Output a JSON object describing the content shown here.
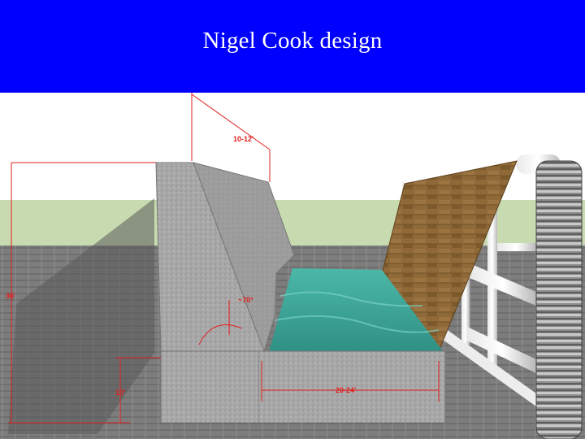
{
  "slide": {
    "title": "Nigel Cook design"
  },
  "diagram": {
    "dimensions": {
      "top_width": "10-12'",
      "height": "36'",
      "slope_angle": "~70°",
      "base_height": "10'",
      "trough_width": "20-24'"
    }
  },
  "colors": {
    "title_bar": "#0000ff",
    "title_text": "#ffffff",
    "dimension_lines": "#e21e1e",
    "water": "#3aa89a",
    "wood": "#8b6433",
    "concrete": "#a9a9a9",
    "sky": "#ffffff",
    "grass": "#c9dcb0",
    "ground": "#7f7f7f"
  }
}
